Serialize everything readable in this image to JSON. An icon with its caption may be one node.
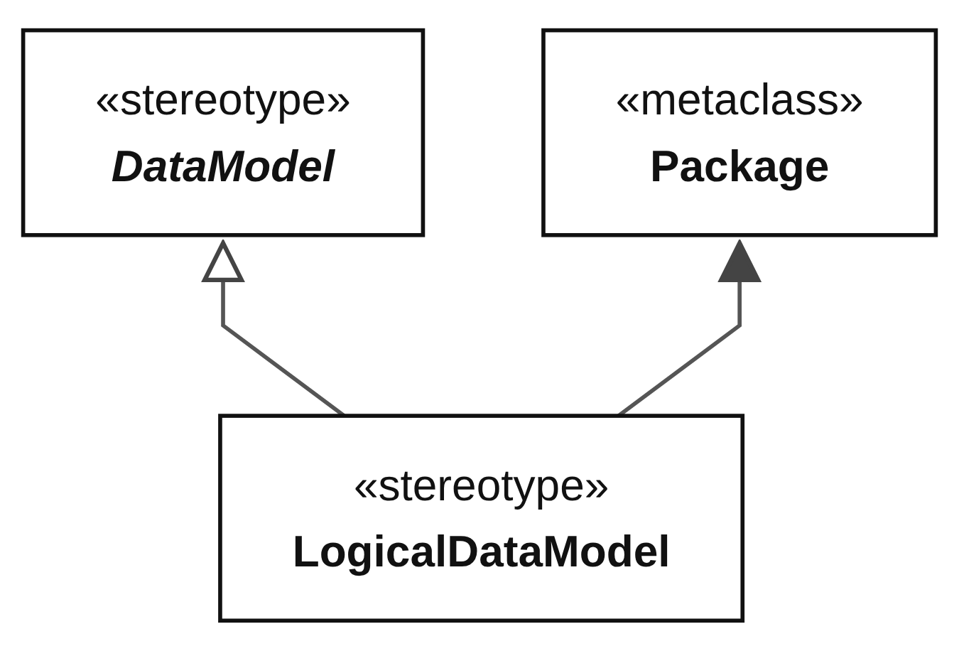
{
  "diagram": {
    "nodes": [
      {
        "text": [
          "«stereotype»",
          "DataModel"
        ]
      },
      {
        "text": [
          "«metaclass»",
          "Package"
        ]
      },
      {
        "text": [
          "«stereotype»",
          "LogicalDataModel"
        ]
      }
    ],
    "edges": [
      {
        "from": 2,
        "to": 0,
        "arrow": "to"
      },
      {
        "from": 2,
        "to": 1,
        "arrow": "to"
      }
    ]
  }
}
